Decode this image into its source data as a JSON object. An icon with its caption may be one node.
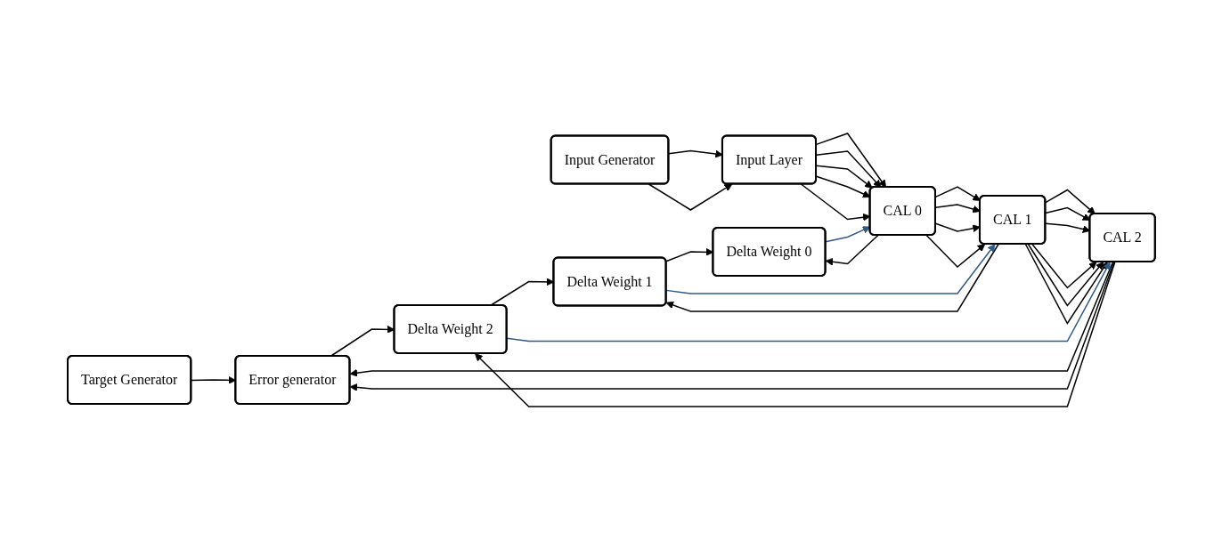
{
  "diagram": {
    "nodes": [
      {
        "text": [
          "Target Generator"
        ]
      },
      {
        "text": [
          "Input Generator"
        ]
      },
      {
        "text": [
          "Input Layer"
        ]
      },
      {
        "text": [
          "CAL 0"
        ]
      },
      {
        "text": [
          "CAL 1"
        ]
      },
      {
        "text": [
          "CAL 2"
        ]
      },
      {
        "text": [
          "Error generator"
        ]
      },
      {
        "text": [
          "Delta Weight 0"
        ]
      },
      {
        "text": [
          "Delta Weight 1"
        ]
      },
      {
        "text": [
          "Delta Weight 2"
        ]
      }
    ],
    "edges": [
      {
        "from": 0,
        "to": 6,
        "arrow": "to"
      },
      {
        "from": 1,
        "to": 2,
        "arrow": "to"
      },
      {
        "from": 1,
        "to": 2,
        "arrow": "to"
      },
      {
        "from": 2,
        "to": 3,
        "arrow": "to"
      },
      {
        "from": 2,
        "to": 3,
        "arrow": "to"
      },
      {
        "from": 2,
        "to": 3,
        "arrow": "to"
      },
      {
        "from": 2,
        "to": 3,
        "arrow": "to"
      },
      {
        "from": 2,
        "to": 3,
        "arrow": "to"
      },
      {
        "from": 3,
        "to": 4,
        "arrow": "to"
      },
      {
        "from": 3,
        "to": 4,
        "arrow": "to"
      },
      {
        "from": 3,
        "to": 4,
        "arrow": "to"
      },
      {
        "from": 3,
        "to": 4,
        "arrow": "to"
      },
      {
        "from": 4,
        "to": 5,
        "arrow": "to"
      },
      {
        "from": 4,
        "to": 5,
        "arrow": "to"
      },
      {
        "from": 4,
        "to": 5,
        "arrow": "to"
      },
      {
        "from": 4,
        "to": 5,
        "arrow": "to"
      },
      {
        "from": 4,
        "to": 5,
        "arrow": "to"
      },
      {
        "from": 4,
        "to": 5,
        "arrow": "to"
      },
      {
        "from": 5,
        "to": 6,
        "arrow": "to"
      },
      {
        "from": 5,
        "to": 6,
        "arrow": "to"
      },
      {
        "from": 3,
        "to": 7,
        "arrow": "to"
      },
      {
        "from": 7,
        "to": 3,
        "arrow": "to",
        "color": "#2f5a8c"
      },
      {
        "from": 4,
        "to": 8,
        "arrow": "to"
      },
      {
        "from": 8,
        "to": 4,
        "arrow": "to",
        "color": "#2f5a8c"
      },
      {
        "from": 5,
        "to": 9,
        "arrow": "to"
      },
      {
        "from": 9,
        "to": 5,
        "arrow": "to",
        "color": "#2f5a8c"
      },
      {
        "from": 8,
        "to": 7,
        "arrow": "to"
      },
      {
        "from": 9,
        "to": 8,
        "arrow": "to"
      },
      {
        "from": 6,
        "to": 9,
        "arrow": "to"
      }
    ]
  }
}
